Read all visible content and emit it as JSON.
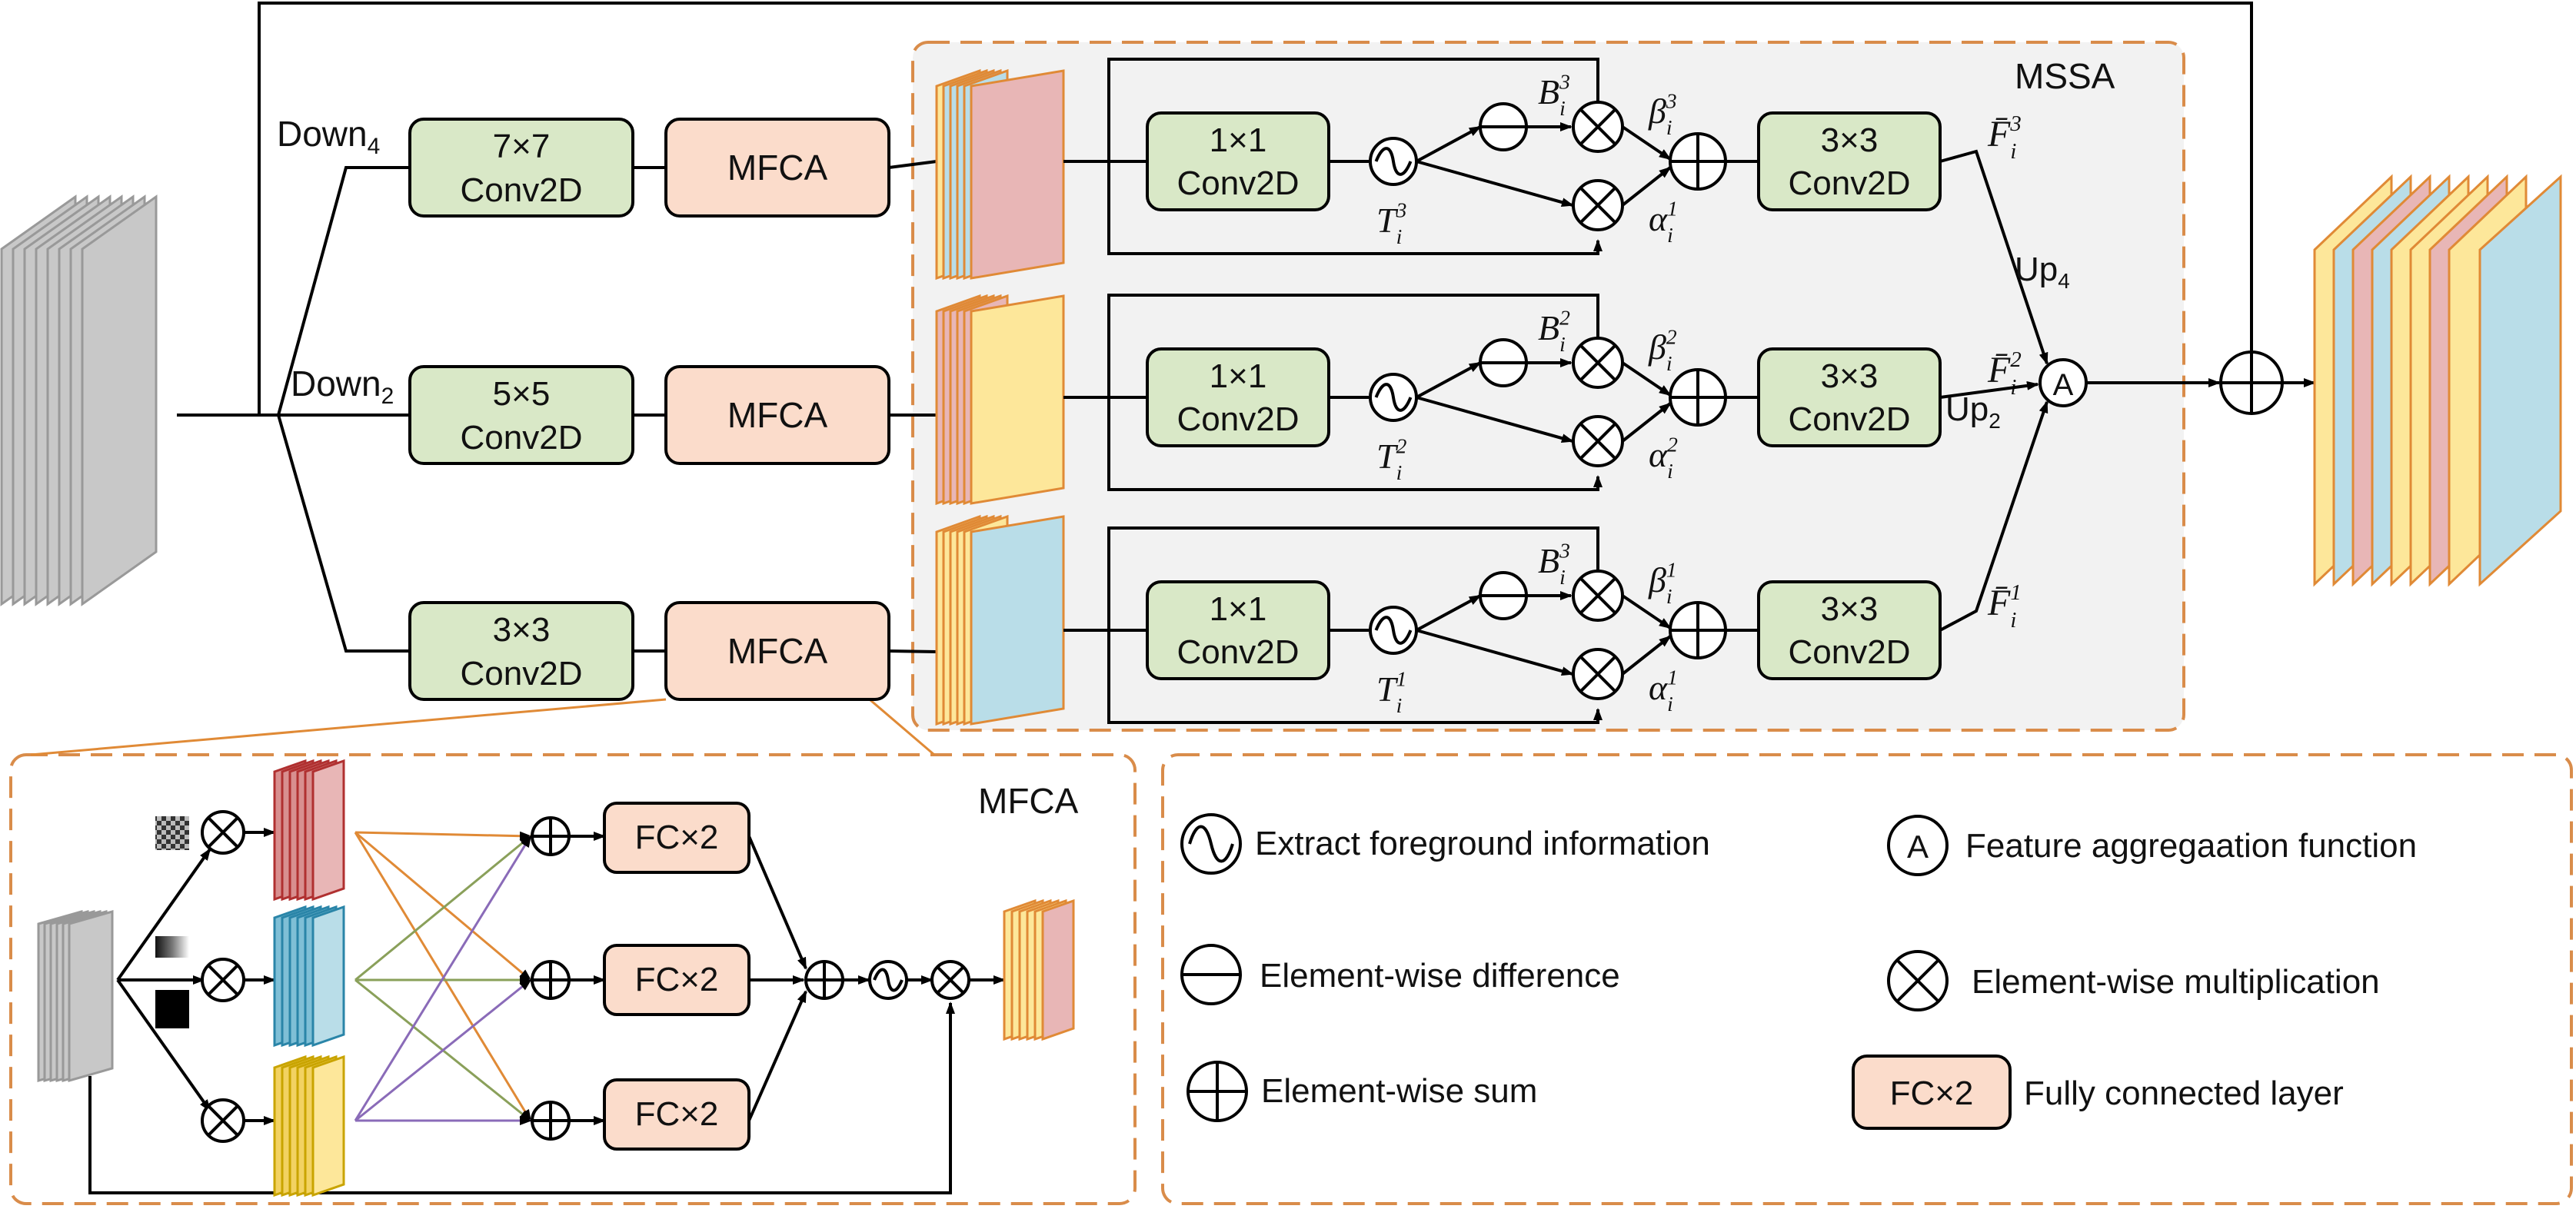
{
  "blocks": {
    "down4": "Down",
    "down4_sub": "4",
    "down2": "Down",
    "down2_sub": "2",
    "conv7_top": "7×7",
    "conv7_bot": "Conv2D",
    "conv5_top": "5×5",
    "conv5_bot": "Conv2D",
    "conv3_top": "3×3",
    "conv3_bot": "Conv2D",
    "mfca": "MFCA",
    "mssa_title": "MSSA",
    "c11_top": "1×1",
    "c11_bot": "Conv2D",
    "c33_top": "3×3",
    "c33_bot": "Conv2D",
    "up4": "Up",
    "up4_sub": "4",
    "up2": "Up",
    "up2_sub": "2",
    "agg": "A"
  },
  "math": {
    "row1": {
      "B": "B",
      "Bsup": "3",
      "beta": "β",
      "betasup": "3",
      "alpha": "α",
      "alphasup": "1",
      "T": "T",
      "Tsup": "3",
      "F": "F̄",
      "Fsup": "3",
      "sub": "i"
    },
    "row2": {
      "B": "B",
      "Bsup": "2",
      "beta": "β",
      "betasup": "2",
      "alpha": "α",
      "alphasup": "2",
      "T": "T",
      "Tsup": "2",
      "F": "F̄",
      "Fsup": "2",
      "sub": "i"
    },
    "row3": {
      "B": "B",
      "Bsup": "3",
      "beta": "β",
      "betasup": "1",
      "alpha": "α",
      "alphasup": "1",
      "T": "T",
      "Tsup": "1",
      "F": "F̄",
      "Fsup": "1",
      "sub": "i"
    }
  },
  "mfca_panel": {
    "title": "MFCA",
    "fc": "FC×2"
  },
  "legend": {
    "extract": "Extract foreground information",
    "diff": "Element-wise difference",
    "sum": "Element-wise sum",
    "agg_symbol": "A",
    "agg": "Feature aggregaation function",
    "mult": "Element-wise multiplication",
    "fc_box": "FC×2",
    "fc": "Fully connected layer"
  },
  "colors": {
    "gray": "#c8c8c8",
    "green": "#d9e8c7",
    "peach": "#fbdccb",
    "red": "#e8b6b6",
    "blue": "#b9dde8",
    "yellow": "#fde79a",
    "orange_stroke": "#e08a36",
    "dashed": "#d98c4a",
    "panel_bg": "#f2f2f2"
  }
}
